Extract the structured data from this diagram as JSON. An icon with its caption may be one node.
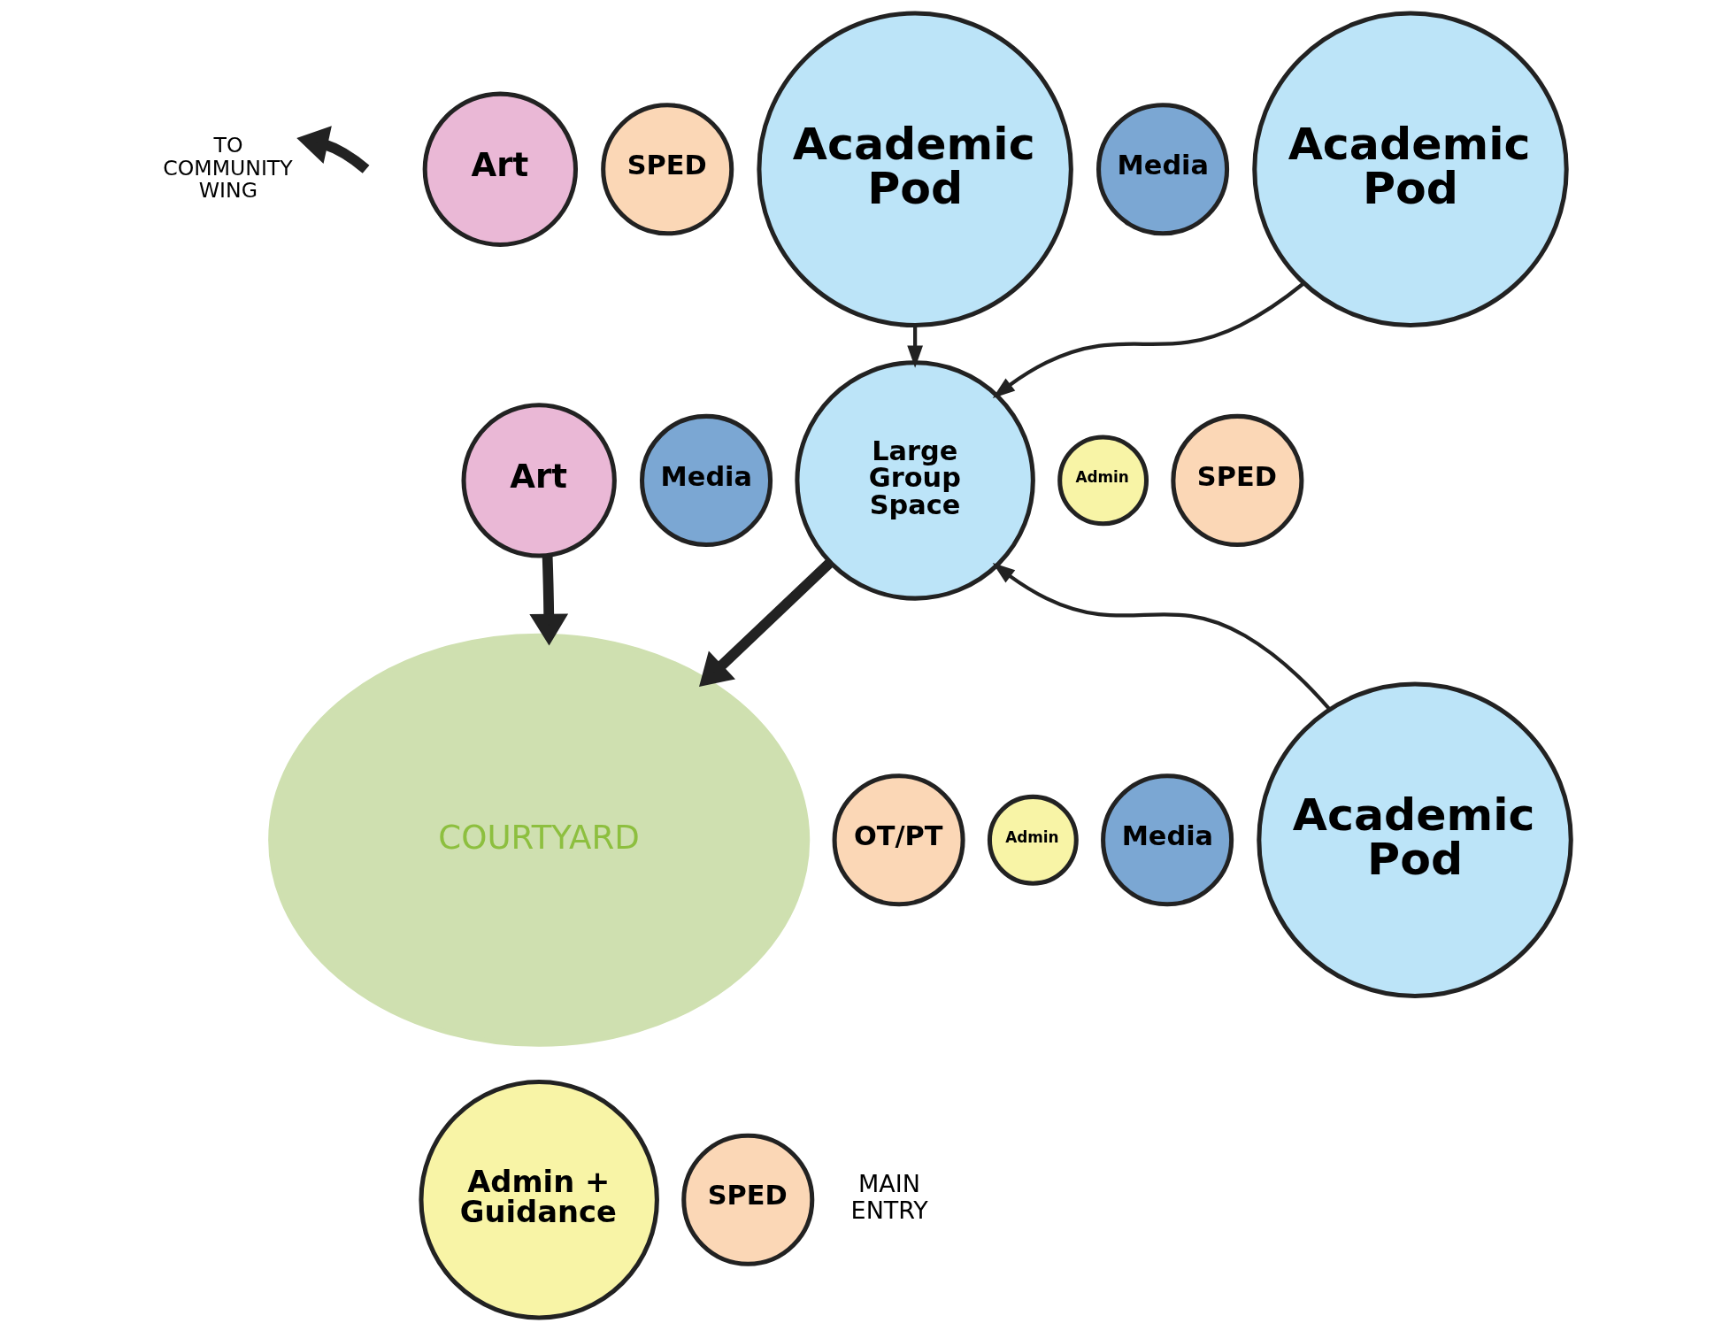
{
  "diagram": {
    "nodes": [
      {
        "text": [
          "Art"
        ]
      },
      {
        "text": [
          "Art"
        ]
      },
      {
        "text": [
          "SPED"
        ]
      },
      {
        "text": [
          "Academic Pod"
        ]
      },
      {
        "text": [
          "Media"
        ]
      },
      {
        "text": [
          "Media"
        ]
      },
      {
        "text": [
          "Academic Pod"
        ]
      },
      {
        "text": [
          "Admin"
        ]
      },
      {
        "text": [
          "SPED"
        ]
      },
      {
        "text": [
          "Large Group Space"
        ]
      },
      {
        "text": [
          "Admin"
        ]
      },
      {
        "text": [
          "Media"
        ]
      },
      {
        "text": [
          "OT/PT"
        ]
      },
      {
        "text": [
          "Academic Pod"
        ]
      },
      {
        "text": [
          "Admin + Guidance"
        ]
      },
      {
        "text": [
          "SPED"
        ]
      },
      {
        "text": [
          "COURTYARD"
        ]
      },
      {
        "text": [
          "TO COMMUNITY WING"
        ]
      }
    ],
    "edges": [
      {
        "from": null,
        "to": 17,
        "arrow": "to",
        "style": "thick"
      },
      {
        "from": 1,
        "to": 16,
        "arrow": "to",
        "style": "thick"
      },
      {
        "from": 3,
        "to": 9,
        "arrow": "to"
      },
      {
        "from": 6,
        "to": 9,
        "arrow": "to"
      },
      {
        "from": 13,
        "to": 9,
        "arrow": "to"
      },
      {
        "from": 9,
        "to": 16,
        "arrow": "to",
        "style": "thick"
      }
    ],
    "labels": [
      "MAIN ENTRY"
    ]
  }
}
